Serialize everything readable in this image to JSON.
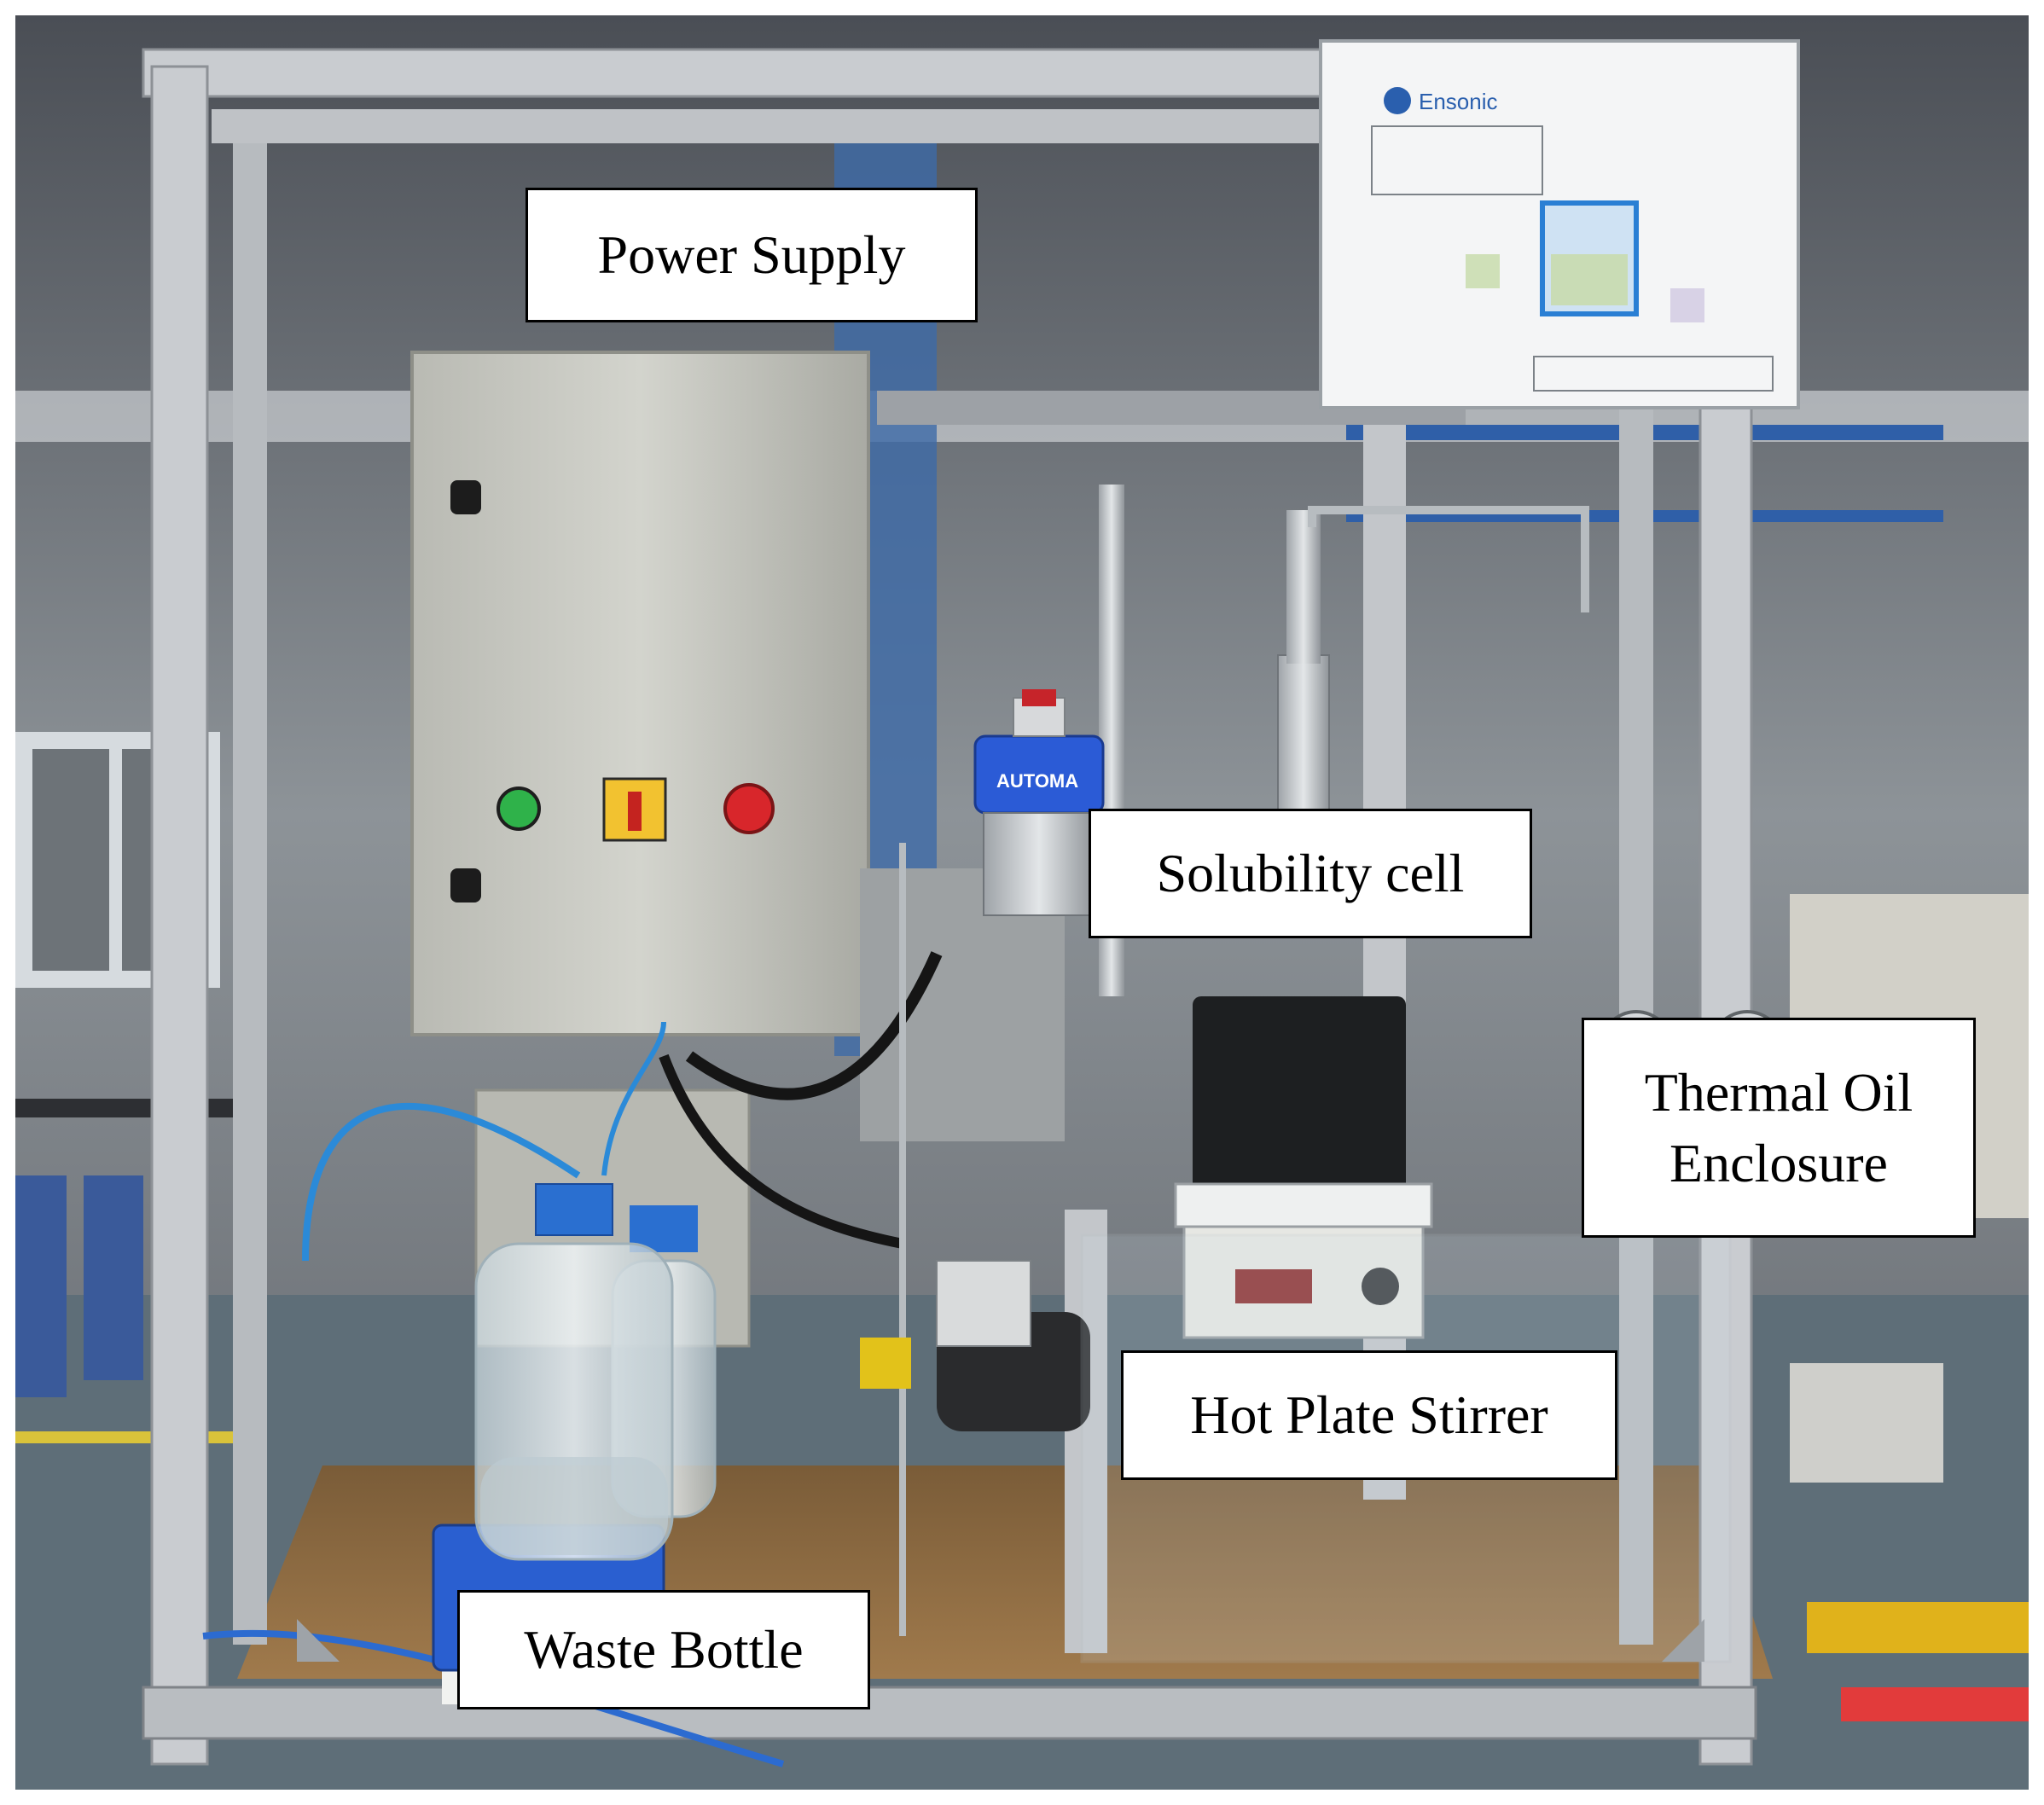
{
  "labels": {
    "power_supply": "Power Supply",
    "solubility_cell": "Solubility cell",
    "thermal_oil": "Thermal Oil\nEnclosure",
    "hot_plate": "Hot Plate Stirrer",
    "waste_bottle": "Waste Bottle"
  },
  "equipment_text": {
    "valve_brand": "AUTOMA",
    "panel_logo": "Ensonic"
  },
  "colors": {
    "frame": "#c9ccd0",
    "cabinet": "#c7c8c1",
    "indicator_green": "#2fb24a",
    "indicator_red": "#d8262b",
    "switch_yellow": "#f2c230",
    "valve_blue": "#2b5bd6",
    "bottle_cap": "#2a6fd0",
    "floor_wood": "#8a6a42"
  }
}
